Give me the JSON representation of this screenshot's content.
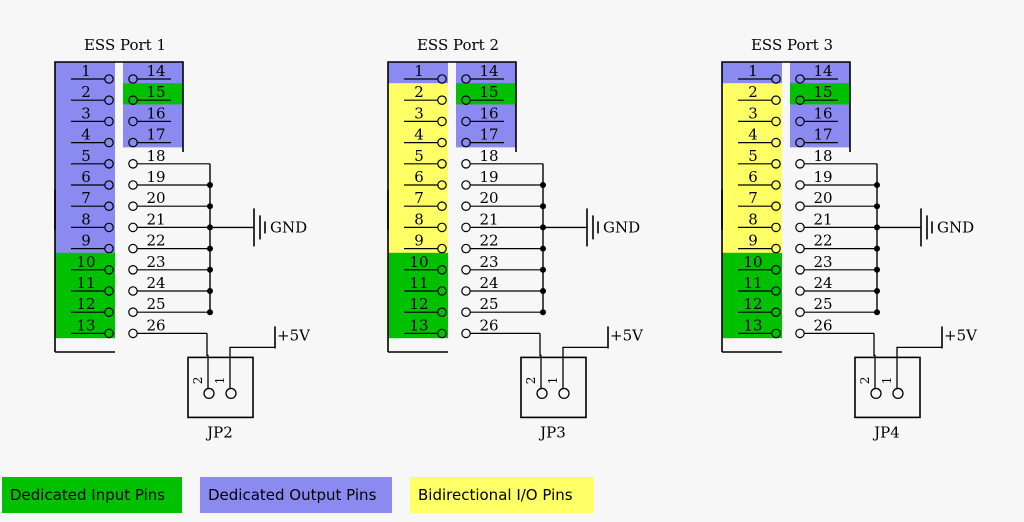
{
  "colors": {
    "input": "#00c000",
    "output": "#8a8af0",
    "bidir": "#ffff66",
    "background": "#f7f7f7",
    "line": "#000000"
  },
  "pins_left": [
    "1",
    "2",
    "3",
    "4",
    "5",
    "6",
    "7",
    "8",
    "9",
    "10",
    "11",
    "12",
    "13"
  ],
  "pins_right": [
    "14",
    "15",
    "16",
    "17",
    "18",
    "19",
    "20",
    "21",
    "22",
    "23",
    "24",
    "25",
    "26"
  ],
  "ports": [
    {
      "title": "ESS Port 1",
      "jumper_label": "JP2",
      "jumper_pins": [
        "2",
        "1"
      ],
      "gnd_label": "GND",
      "vcc_label": "+5V",
      "left_colors": [
        "output",
        "output",
        "output",
        "output",
        "output",
        "output",
        "output",
        "output",
        "output",
        "input",
        "input",
        "input",
        "input"
      ],
      "right_colors": [
        "output",
        "input",
        "output",
        "output",
        "none",
        "none",
        "none",
        "none",
        "none",
        "none",
        "none",
        "none",
        "none"
      ]
    },
    {
      "title": "ESS Port 2",
      "jumper_label": "JP3",
      "jumper_pins": [
        "2",
        "1"
      ],
      "gnd_label": "GND",
      "vcc_label": "+5V",
      "left_colors": [
        "output",
        "bidir",
        "bidir",
        "bidir",
        "bidir",
        "bidir",
        "bidir",
        "bidir",
        "bidir",
        "input",
        "input",
        "input",
        "input"
      ],
      "right_colors": [
        "output",
        "input",
        "output",
        "output",
        "none",
        "none",
        "none",
        "none",
        "none",
        "none",
        "none",
        "none",
        "none"
      ]
    },
    {
      "title": "ESS Port 3",
      "jumper_label": "JP4",
      "jumper_pins": [
        "2",
        "1"
      ],
      "gnd_label": "GND",
      "vcc_label": "+5V",
      "left_colors": [
        "output",
        "bidir",
        "bidir",
        "bidir",
        "bidir",
        "bidir",
        "bidir",
        "bidir",
        "bidir",
        "input",
        "input",
        "input",
        "input"
      ],
      "right_colors": [
        "output",
        "input",
        "output",
        "output",
        "none",
        "none",
        "none",
        "none",
        "none",
        "none",
        "none",
        "none",
        "none"
      ]
    }
  ],
  "legend": {
    "input": "Dedicated Input Pins",
    "output": "Dedicated Output Pins",
    "bidir": "Bidirectional I/O Pins"
  }
}
